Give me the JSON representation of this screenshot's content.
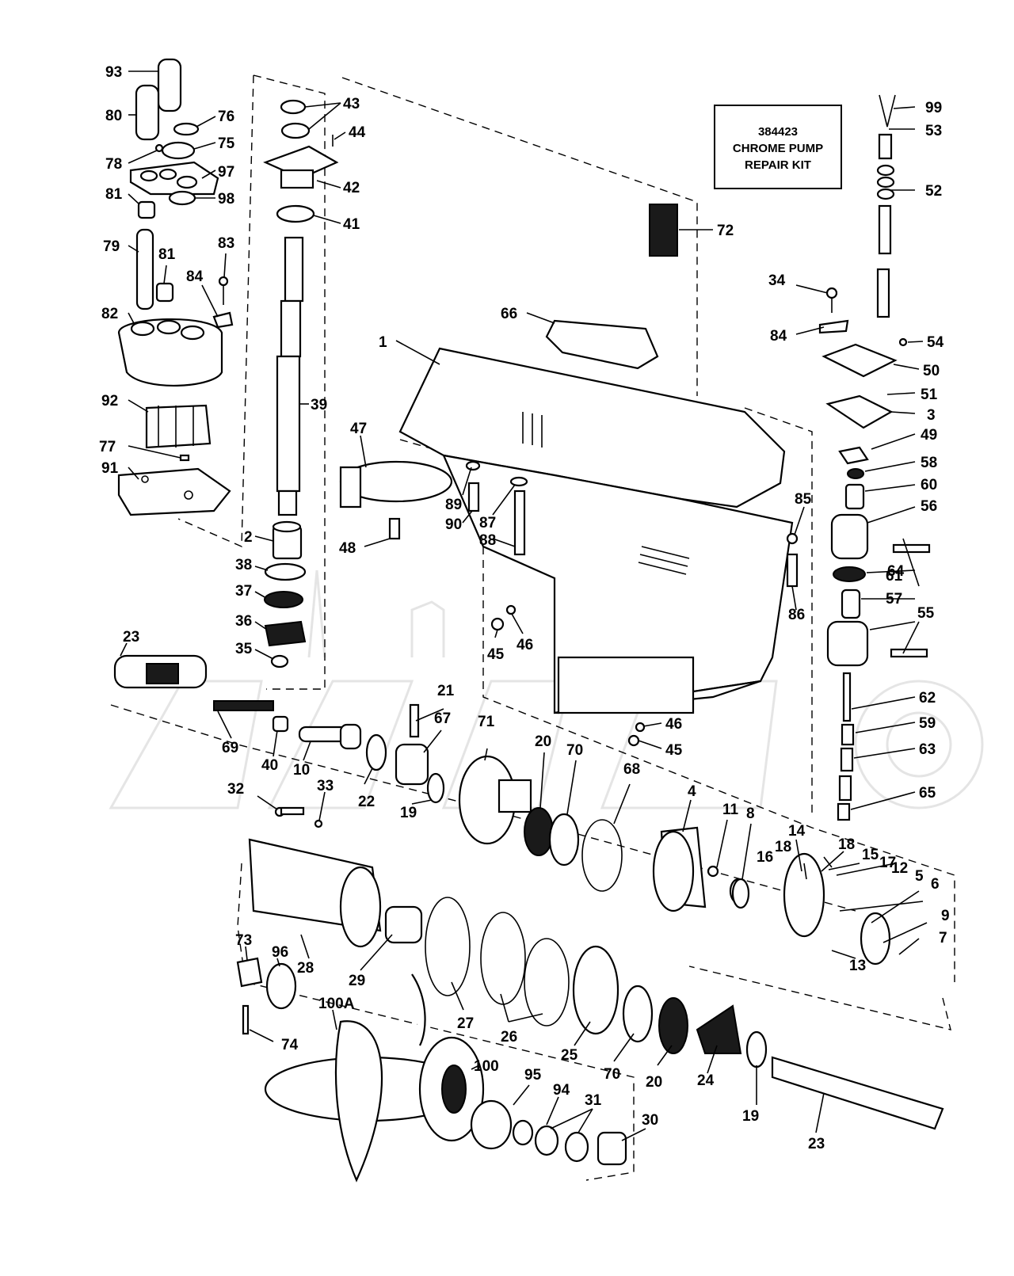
{
  "kit_box": {
    "lines": [
      "384423",
      "CHROME PUMP",
      "REPAIR KIT"
    ]
  },
  "watermark": {
    "color": "#cccccc"
  },
  "labels": [
    "1",
    "2",
    "3",
    "4",
    "5",
    "6",
    "7",
    "8",
    "9",
    "10",
    "11",
    "12",
    "13",
    "14",
    "15",
    "16",
    "17",
    "18",
    "18",
    "19",
    "19",
    "20",
    "20",
    "21",
    "22",
    "23",
    "23",
    "24",
    "25",
    "26",
    "27",
    "28",
    "29",
    "30",
    "31",
    "32",
    "33",
    "34",
    "35",
    "36",
    "37",
    "38",
    "39",
    "40",
    "41",
    "42",
    "43",
    "44",
    "45",
    "45",
    "46",
    "46",
    "47",
    "48",
    "49",
    "50",
    "51",
    "52",
    "53",
    "54",
    "55",
    "56",
    "57",
    "58",
    "59",
    "60",
    "61",
    "62",
    "63",
    "64",
    "65",
    "66",
    "67",
    "68",
    "69",
    "70",
    "70",
    "71",
    "72",
    "73",
    "74",
    "75",
    "76",
    "77",
    "78",
    "79",
    "80",
    "81",
    "81",
    "82",
    "83",
    "84",
    "84",
    "85",
    "86",
    "87",
    "88",
    "89",
    "90",
    "91",
    "92",
    "93",
    "94",
    "95",
    "96",
    "97",
    "98",
    "99",
    "100",
    "100A"
  ]
}
